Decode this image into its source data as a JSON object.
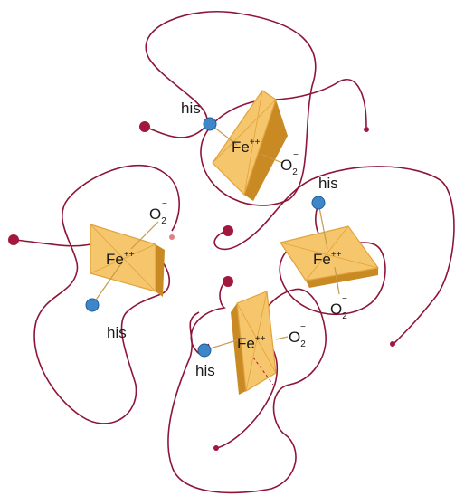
{
  "colors": {
    "chain": "#8e1537",
    "heme_face": "#f6c66c",
    "heme_edge": "#e0a33e",
    "heme_side": "#c98a24",
    "his_dot": "#3f86c8",
    "terminal_dot": "#a3173f"
  },
  "labels": {
    "iron": "Fe",
    "iron_charge": "++",
    "oxygen": "O",
    "oxygen_sub": "2",
    "oxygen_sup": "−",
    "histidine": "his"
  },
  "subunits": [
    {
      "id": "top"
    },
    {
      "id": "left"
    },
    {
      "id": "right"
    },
    {
      "id": "bottom"
    }
  ]
}
